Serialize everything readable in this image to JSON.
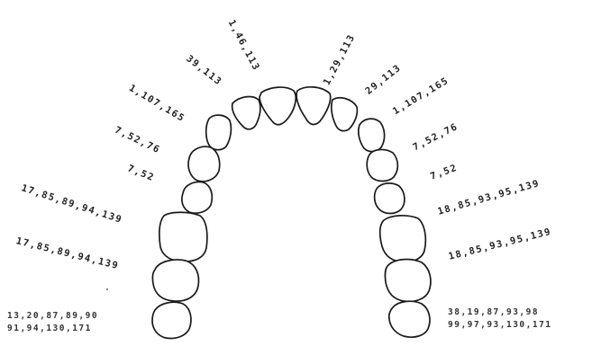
{
  "labels": {
    "right_incisor_lateral": "39,113",
    "right_incisor_central": "1,46,113",
    "left_incisor_central": "1,29,113",
    "left_incisor_lateral": "29,113",
    "right_canine": "1,107,165",
    "left_canine": "1,107,165",
    "right_first_premolar": "7,52,76",
    "left_first_premolar": "7,52,76",
    "right_second_premolar": "7,52",
    "left_second_premolar": "7,52",
    "right_first_molar": "17,85,89,94,139",
    "left_first_molar": "18,85,93,95,139",
    "right_second_molar": "17,85,89,94,139",
    "left_second_molar": "18,85,93,95,139",
    "right_third_molar_line1": "13,20,87,89,90",
    "right_third_molar_line2": "91,94,130,171",
    "left_third_molar_line1": "38,19,87,93,98",
    "left_third_molar_line2": "99,97,93,130,171"
  }
}
